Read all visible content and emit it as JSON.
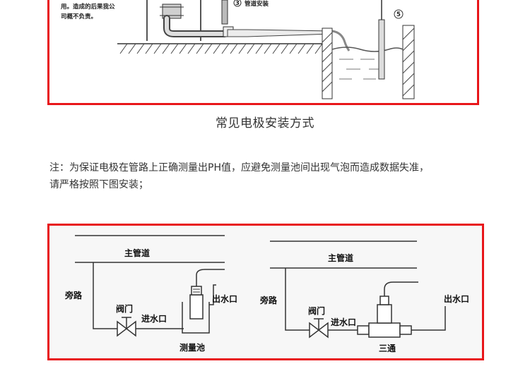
{
  "top_diagram": {
    "warning_line1": "用。造成的后果我公",
    "warning_line2": "司概不负责。",
    "pipe_install_label": "管道安装",
    "marker_3": "3",
    "marker_5": "5"
  },
  "caption": "常见电极安装方式",
  "note": {
    "line1": "注：为保证电极在管路上正确测量出PH值，应避免测量池间出现气泡而造成数据失准，",
    "line2": "请严格按照下图安装；"
  },
  "bottom_diagram": {
    "left": {
      "main_pipe": "主管道",
      "bypass": "旁路",
      "valve": "阀门",
      "inlet": "进水口",
      "outlet": "出水口",
      "pool": "测量池"
    },
    "right": {
      "main_pipe": "主管道",
      "bypass": "旁路",
      "valve": "阀门",
      "inlet": "进水口",
      "outlet": "出水口",
      "tee": "三通"
    }
  }
}
